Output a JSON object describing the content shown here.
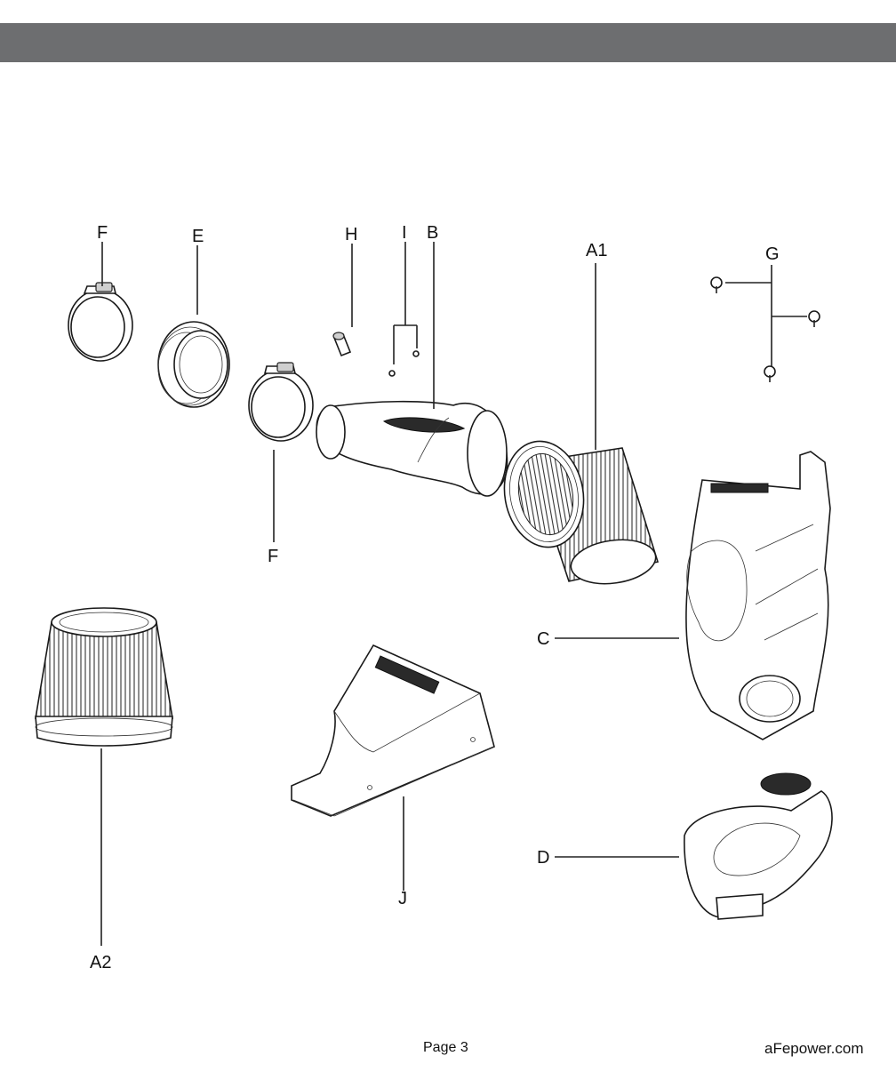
{
  "header": {
    "bar_color": "#6d6e70"
  },
  "labels": {
    "F_top": "F",
    "E": "E",
    "H": "H",
    "I": "I",
    "B": "B",
    "A1": "A1",
    "G": "G",
    "F_bottom": "F",
    "C": "C",
    "A2": "A2",
    "J": "J",
    "D": "D"
  },
  "footer": {
    "page": "Page 3",
    "site": "aFepower.com"
  }
}
